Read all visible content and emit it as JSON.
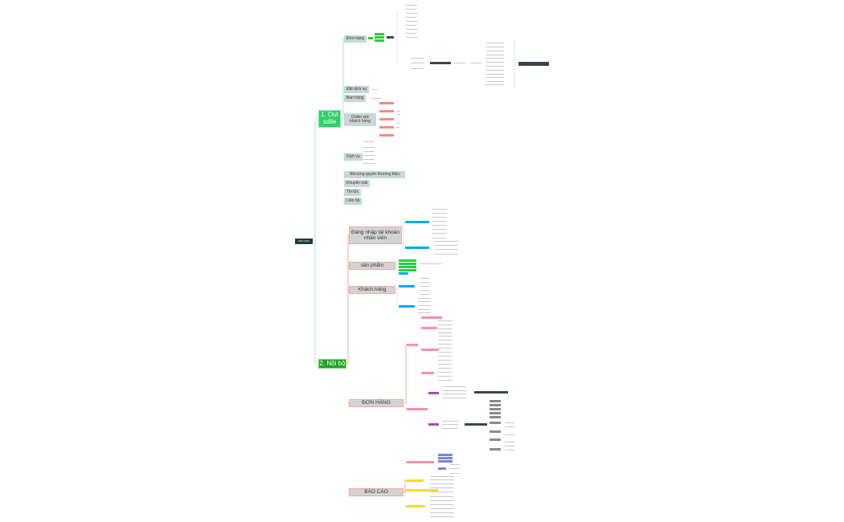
{
  "root": "Web CRM",
  "branches": {
    "outside": {
      "label": "1. Out sdile",
      "color": "#2fd06a",
      "children": [
        "Đơn hàng",
        "Đặt dịch vụ",
        "Bán hàng",
        "Chăm sóc khách hàng",
        "Dịch vụ",
        "Nhượng quyền thương hiệu",
        "Khuyến mãi",
        "Tin tức",
        "Liên hệ"
      ]
    },
    "internal": {
      "label": "2. Nội bộ",
      "color": "#1fa51f",
      "children": [
        "Đăng nhập tài khoản nhân viên",
        "sản phẩm",
        "Khách hàng",
        "ĐƠN HÀNG",
        "BÁO CÁO"
      ]
    }
  },
  "colors": {
    "outside_line": "#a5e8dc",
    "internal_line": "#f4a896",
    "tag_green": "#2ecc40",
    "tag_red": "#f28b82",
    "tag_blue": "#03a9f4",
    "tag_pink": "#f48fb1",
    "tag_purple": "#ab47bc",
    "tag_indigo": "#7986cb",
    "tag_yellow": "#fdd835",
    "tag_dark": "#37474f"
  }
}
